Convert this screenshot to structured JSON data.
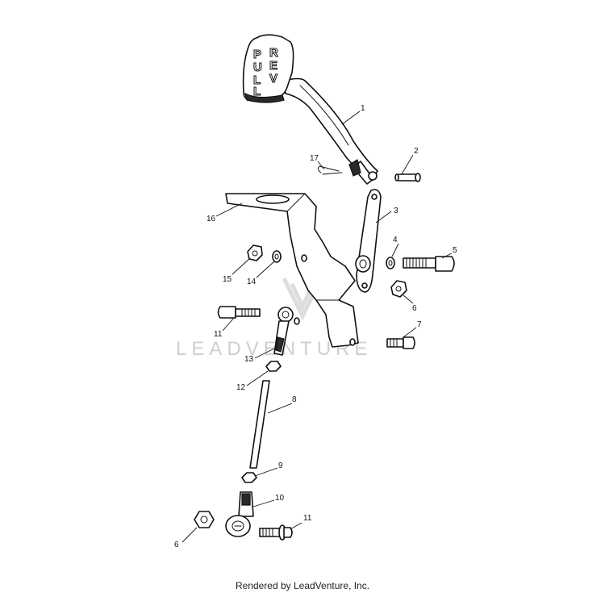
{
  "watermark": "LEADVENTURE",
  "handle_text": [
    "PULL",
    "REV"
  ],
  "footer": "Rendered by LeadVenture, Inc.",
  "callouts": [
    {
      "id": "c1",
      "label": "1"
    },
    {
      "id": "c2",
      "label": "2"
    },
    {
      "id": "c3",
      "label": "3"
    },
    {
      "id": "c4",
      "label": "4"
    },
    {
      "id": "c5",
      "label": "5"
    },
    {
      "id": "c6a",
      "label": "6"
    },
    {
      "id": "c7",
      "label": "7"
    },
    {
      "id": "c8",
      "label": "8"
    },
    {
      "id": "c9",
      "label": "9"
    },
    {
      "id": "c10",
      "label": "10"
    },
    {
      "id": "c11a",
      "label": "11"
    },
    {
      "id": "c12",
      "label": "12"
    },
    {
      "id": "c13",
      "label": "13"
    },
    {
      "id": "c14",
      "label": "14"
    },
    {
      "id": "c15",
      "label": "15"
    },
    {
      "id": "c16",
      "label": "16"
    },
    {
      "id": "c17",
      "label": "17"
    },
    {
      "id": "c11b",
      "label": "11"
    },
    {
      "id": "c6b",
      "label": "6"
    }
  ]
}
